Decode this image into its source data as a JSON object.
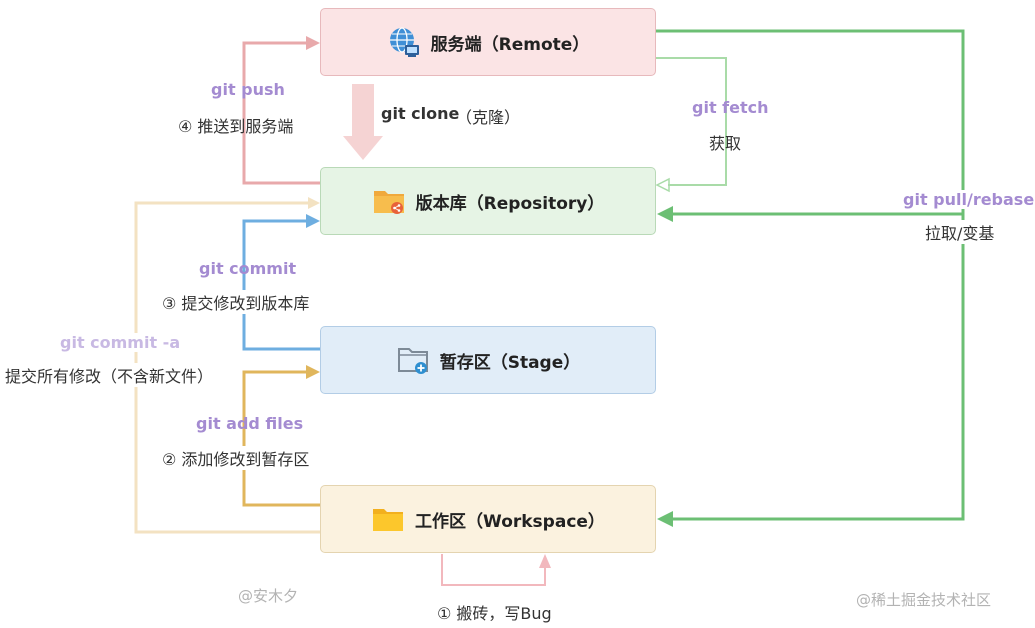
{
  "nodes": {
    "remote": "服务端（Remote）",
    "repository": "版本库（Repository）",
    "stage": "暂存区（Stage）",
    "workspace": "工作区（Workspace）"
  },
  "edges": {
    "push": {
      "command": "git push",
      "description": "④ 推送到服务端"
    },
    "clone": {
      "command": "git clone",
      "description": "（克隆）"
    },
    "fetch": {
      "command": "git fetch",
      "description": "获取"
    },
    "pull": {
      "command": "git pull/rebase",
      "description": "拉取/变基"
    },
    "commit": {
      "command": "git commit",
      "description": "③ 提交修改到版本库"
    },
    "commit_a": {
      "command": "git commit -a",
      "description": "提交所有修改（不含新文件）"
    },
    "add": {
      "command": "git add files",
      "description": "② 添加修改到暂存区"
    },
    "work": {
      "description": "① 搬砖，写Bug"
    }
  },
  "watermarks": {
    "author": "@安木夕",
    "site": "@稀土掘金技术社区"
  },
  "colors": {
    "push": "#e8a9ab",
    "clone": "#f5d3d3",
    "fetch": "#a9dba8",
    "pull": "#6cbf74",
    "commit": "#6eaee0",
    "commit_a": "#f3e2c2",
    "add": "#e0b65c",
    "work": "#f2b8bd",
    "command_text": "#a48bd1"
  },
  "icons": {
    "remote": "globe-computer-icon",
    "repository": "folder-share-icon",
    "stage": "folder-add-icon",
    "workspace": "folder-icon"
  }
}
